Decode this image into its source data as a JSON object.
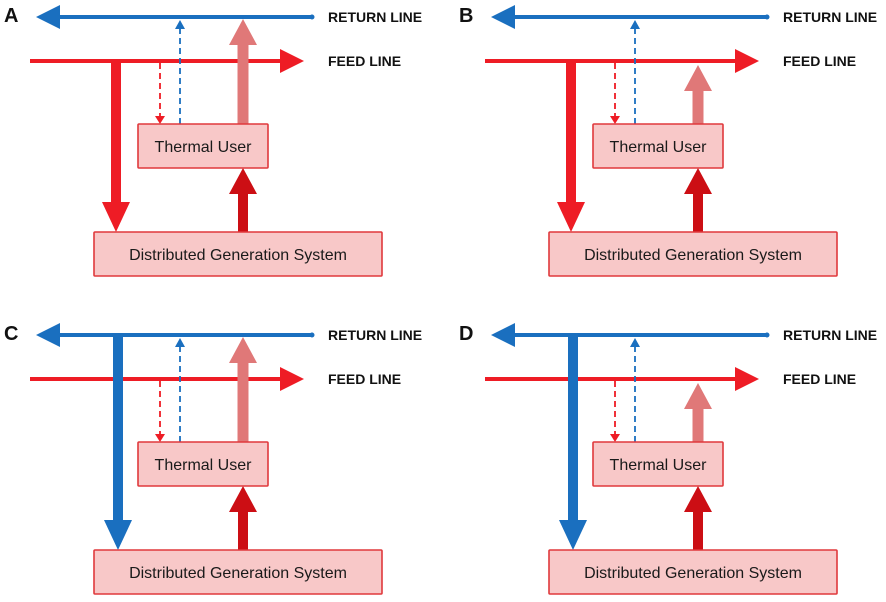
{
  "colors": {
    "return_line": "#1a6fbf",
    "feed_line": "#ee1c25",
    "thermal_flow": "#e07878",
    "generation_flow": "#cc0e14",
    "box_fill": "#f8c8c8",
    "box_stroke": "#e0393c"
  },
  "panels": [
    {
      "letter": "A",
      "return_label": "RETURN LINE",
      "feed_label": "FEED LINE",
      "thermal_user_label": "Thermal User",
      "generation_label": "Distributed Generation System",
      "supply_source": "feed",
      "return_tap_level": "full"
    },
    {
      "letter": "B",
      "return_label": "RETURN LINE",
      "feed_label": "FEED LINE",
      "thermal_user_label": "Thermal User",
      "generation_label": "Distributed Generation System",
      "supply_source": "feed",
      "return_tap_level": "partial"
    },
    {
      "letter": "C",
      "return_label": "RETURN LINE",
      "feed_label": "FEED LINE",
      "thermal_user_label": "Thermal User",
      "generation_label": "Distributed Generation System",
      "supply_source": "return",
      "return_tap_level": "full"
    },
    {
      "letter": "D",
      "return_label": "RETURN LINE",
      "feed_label": "FEED LINE",
      "thermal_user_label": "Thermal User",
      "generation_label": "Distributed Generation System",
      "supply_source": "return",
      "return_tap_level": "partial"
    }
  ]
}
